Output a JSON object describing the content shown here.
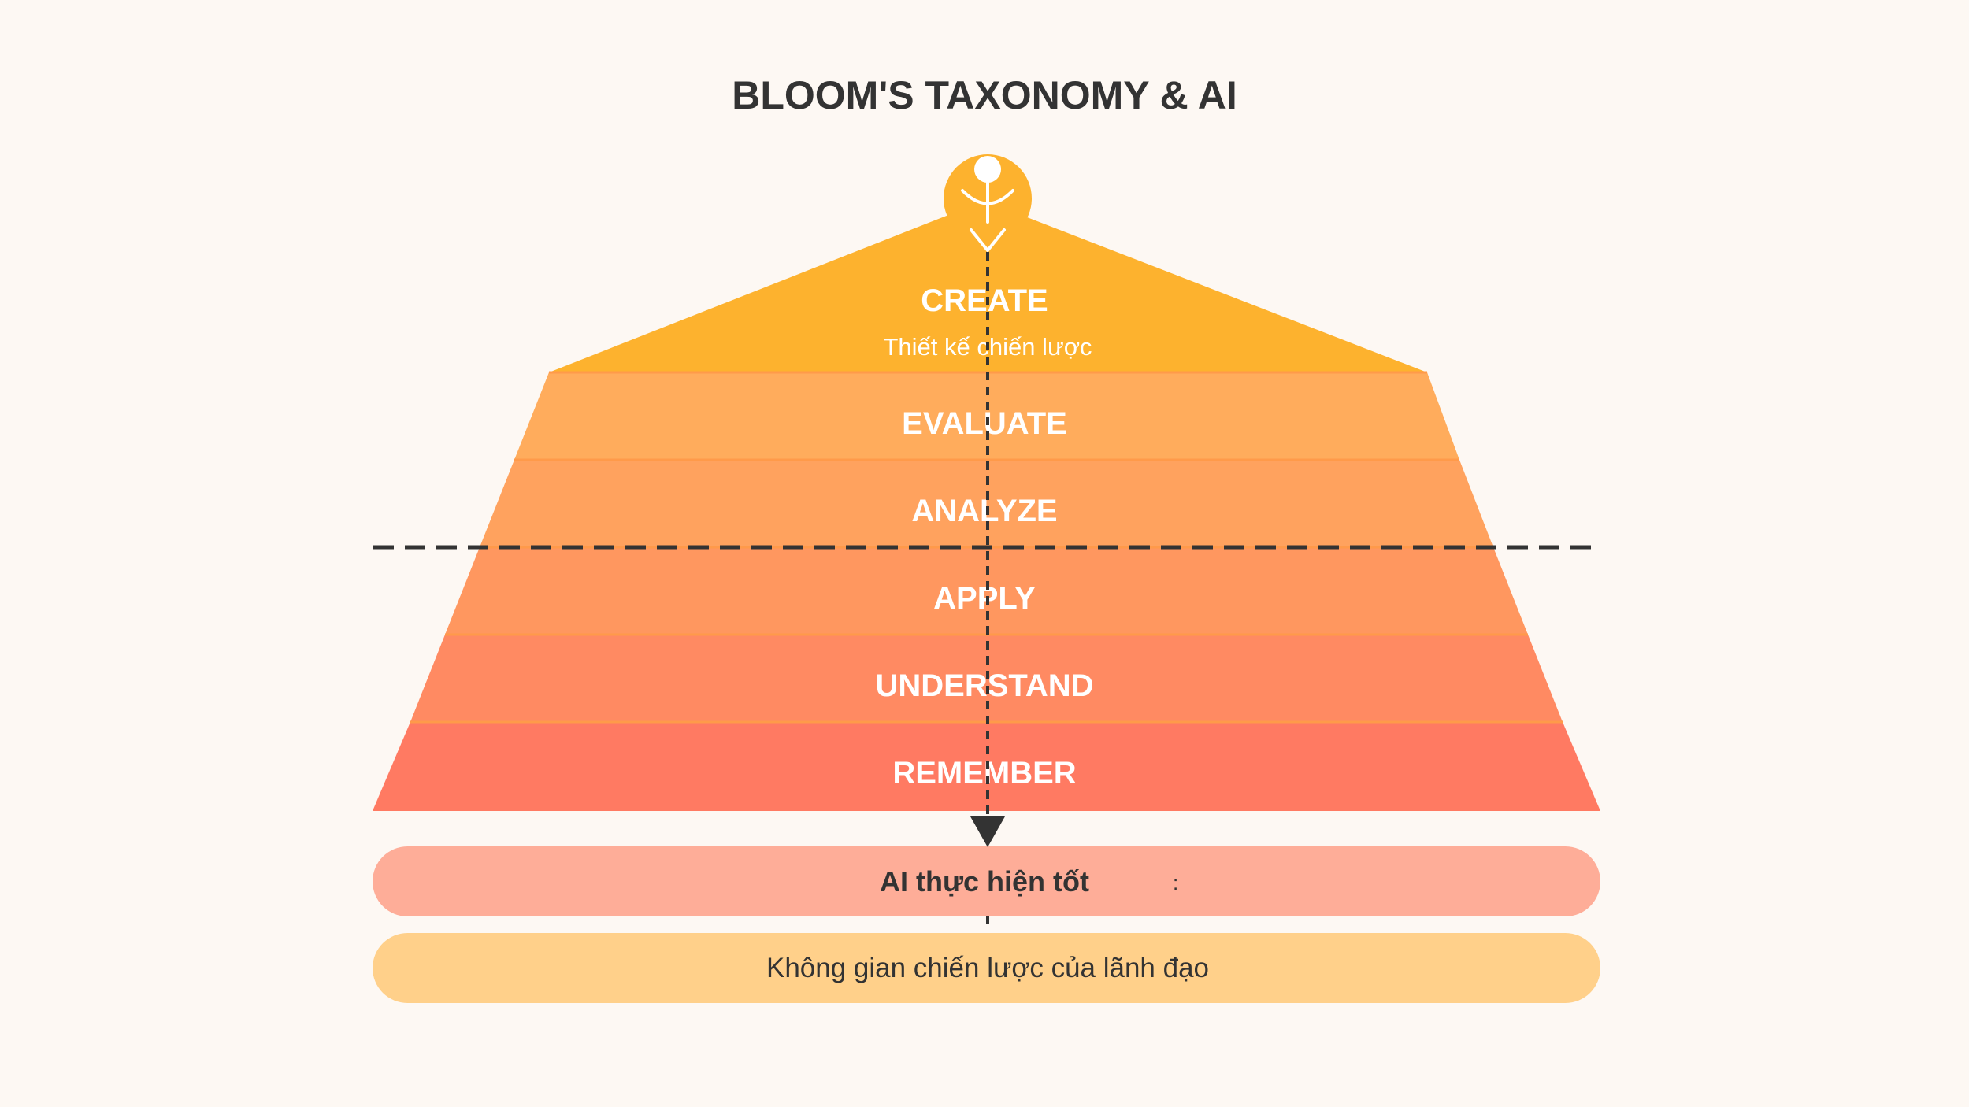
{
  "title": "BLOOM'S TAXONOMY & AI",
  "levels": [
    {
      "name": "CREATE",
      "subtitle": "Thiết kế chiến lược",
      "color": "#fdb22e"
    },
    {
      "name": "EVALUATE",
      "color": "#ffac5c"
    },
    {
      "name": "ANALYZE",
      "color": "#ffa25e"
    },
    {
      "name": "APPLY",
      "color": "#ff975f"
    },
    {
      "name": "UNDERSTAND",
      "color": "#ff8a62"
    },
    {
      "name": "REMEMBER",
      "color": "#ff7a62"
    }
  ],
  "bands": {
    "ai": {
      "label": "AI thực hiện tốt",
      "suffix": ":",
      "color": "#fead98"
    },
    "leadership": {
      "label": "Không gian chiến lược của lãnh đạo",
      "color": "#ffd08a"
    }
  },
  "icon": {
    "name": "person-arrow-icon",
    "color": "#fdb22e"
  }
}
